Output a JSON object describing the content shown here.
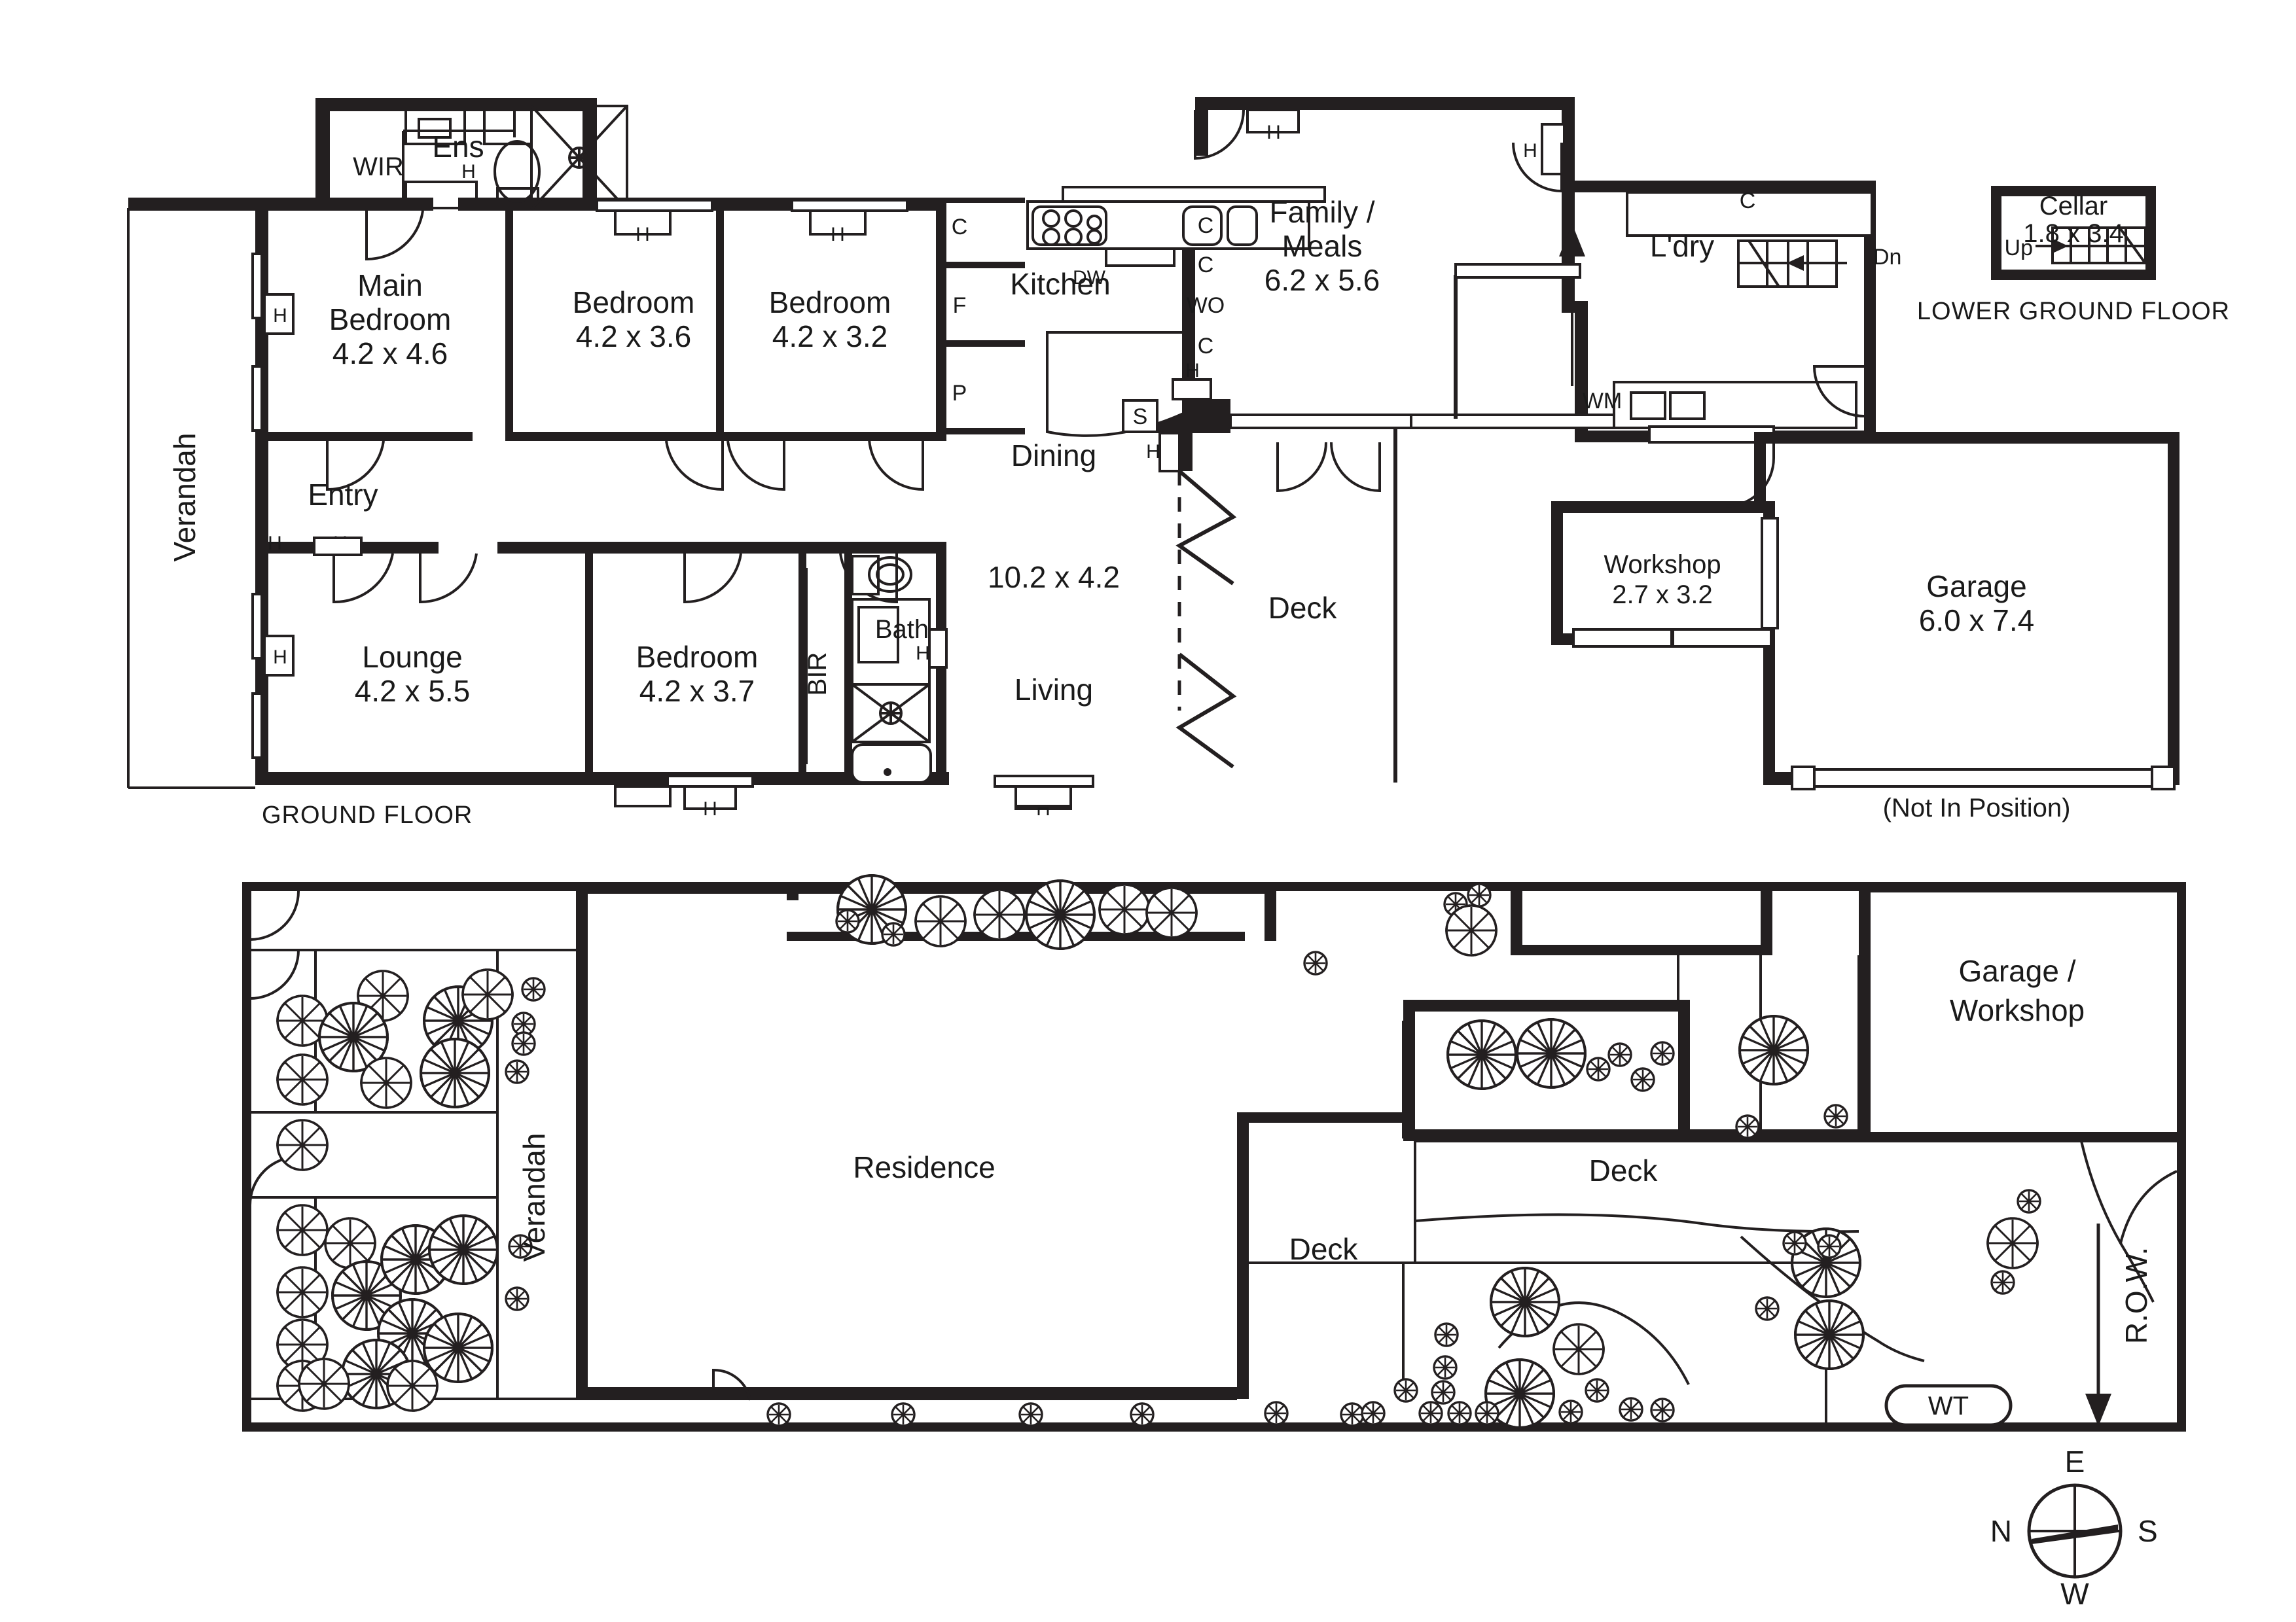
{
  "document": {
    "type": "real-estate-floor-plan",
    "floor_labels": [
      "GROUND FLOOR",
      "LOWER GROUND FLOOR"
    ],
    "notes": [
      "(Not In Position)"
    ]
  },
  "ground_floor": {
    "title": "GROUND FLOOR",
    "rooms": [
      {
        "name": "Main\nBedroom",
        "line1": "Main",
        "line2": "Bedroom",
        "dims": "4.2 x 4.6"
      },
      {
        "name": "Bedroom",
        "line1": "Bedroom",
        "dims": "4.2 x 3.6"
      },
      {
        "name": "Bedroom",
        "line1": "Bedroom",
        "dims": "4.2 x 3.2"
      },
      {
        "name": "Lounge",
        "line1": "Lounge",
        "dims": "4.2 x 5.5"
      },
      {
        "name": "Bedroom",
        "line1": "Bedroom",
        "dims": "4.2 x 3.7"
      },
      {
        "name": "Family / Meals",
        "line1": "Family /",
        "line2": "Meals",
        "dims": "6.2 x 5.6"
      },
      {
        "name": "Living / Dining",
        "line1": "Dining",
        "line2": "Living",
        "dims": "10.2 x 4.2"
      }
    ],
    "labels": {
      "wir": "WIR",
      "ens": "Ens",
      "entry": "Entry",
      "verandah": "Verandah",
      "kitchen": "Kitchen",
      "dining": "Dining",
      "living": "Living",
      "living_dims": "10.2 x 4.2",
      "deck": "Deck",
      "bath": "Bath",
      "bir": "BIR",
      "laundry": "L'dry",
      "family_meals_1": "Family /",
      "family_meals_2": "Meals",
      "family_meals_dims": "6.2 x 5.6",
      "main_bedroom_1": "Main",
      "main_bedroom_2": "Bedroom",
      "main_bedroom_dims": "4.2 x 4.6",
      "bedroom2": "Bedroom",
      "bedroom2_dims": "4.2 x 3.6",
      "bedroom3": "Bedroom",
      "bedroom3_dims": "4.2 x 3.2",
      "lounge": "Lounge",
      "lounge_dims": "4.2 x 5.5",
      "bedroom4": "Bedroom",
      "bedroom4_dims": "4.2 x 3.7"
    },
    "fixture_tags": {
      "cupboard": "C",
      "fridge": "F",
      "pantry": "P",
      "dishwasher": "DW",
      "wall_oven": "WO",
      "washing_machine": "WM",
      "stove": "S",
      "heater": "H",
      "down": "Dn",
      "kitchen_cabinets": [
        "C",
        "F",
        "P"
      ],
      "right_cabinets": [
        "C",
        "C",
        "WO",
        "C"
      ],
      "laundry_cupboard": "C"
    }
  },
  "lower_ground_floor": {
    "title": "LOWER GROUND FLOOR",
    "room": {
      "name": "Cellar",
      "dims": "1.8 x 3.4"
    },
    "stair_label": "Up"
  },
  "outbuildings": {
    "workshop": {
      "name": "Workshop",
      "dims": "2.7 x 3.2"
    },
    "garage": {
      "name": "Garage",
      "dims": "6.0 x 7.4"
    },
    "note": "(Not In Position)"
  },
  "site_plan": {
    "labels": {
      "residence": "Residence",
      "verandah": "Verandah",
      "deck_1": "Deck",
      "deck_2": "Deck",
      "garage_workshop_1": "Garage /",
      "garage_workshop_2": "Workshop",
      "right_of_way": "R.O.W.",
      "water_tank": "WT"
    }
  },
  "compass": {
    "north": "N",
    "east": "E",
    "south": "S",
    "west": "W"
  },
  "colors": {
    "wall": "#231f20",
    "line": "#231f20",
    "background": "#ffffff",
    "text": "#1a1a1a"
  }
}
